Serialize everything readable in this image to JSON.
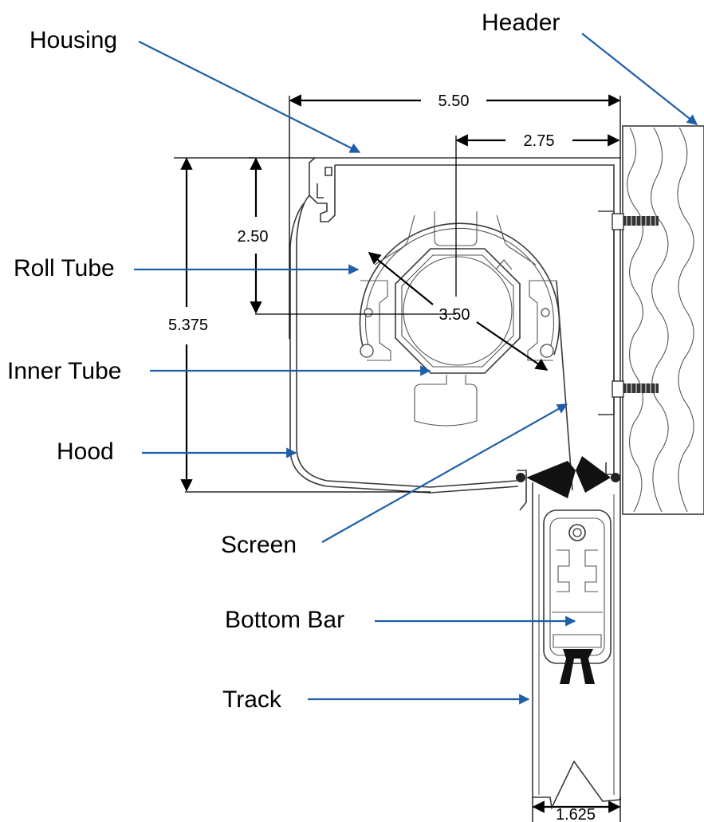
{
  "labels": {
    "housing": "Housing",
    "header": "Header",
    "roll_tube": "Roll Tube",
    "inner_tube": "Inner Tube",
    "hood": "Hood",
    "screen": "Screen",
    "bottom_bar": "Bottom Bar",
    "track": "Track"
  },
  "dimensions": {
    "overall_width": "5.50",
    "half_width": "2.75",
    "tube_height": "2.50",
    "overall_height": "5.375",
    "roll_diameter": "3.50",
    "track_width": "1.625"
  },
  "colors": {
    "leader": "#1f5fa8",
    "outline": "#3a3a3a",
    "dimension": "#000000"
  }
}
